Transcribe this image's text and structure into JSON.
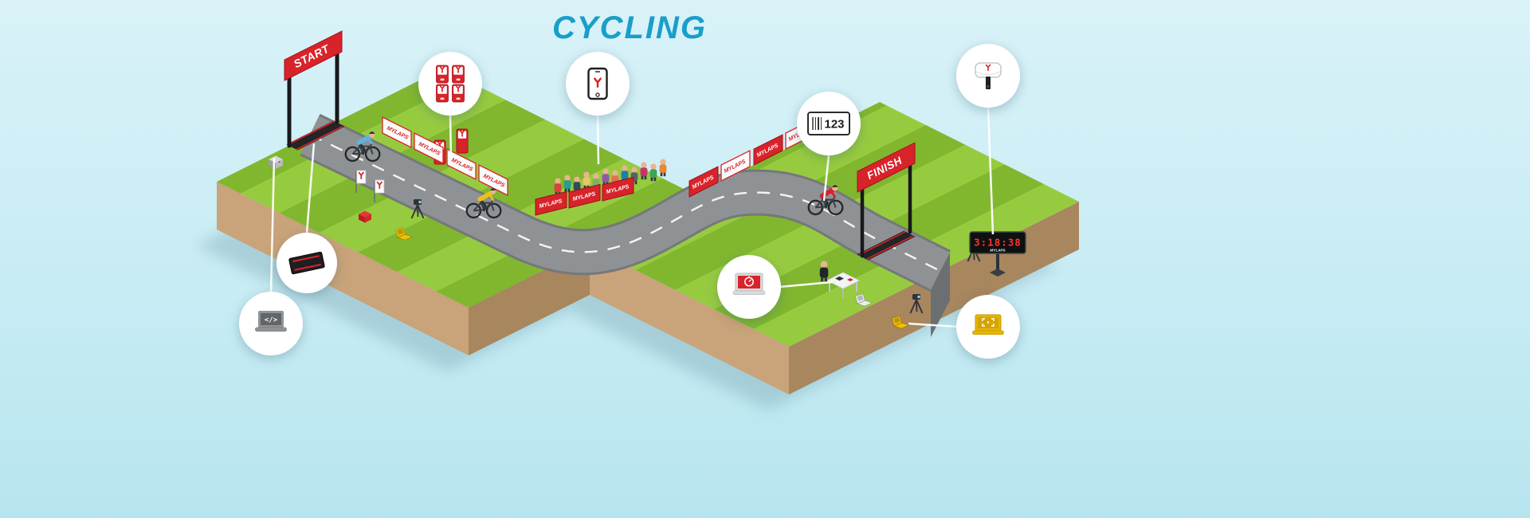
{
  "page": {
    "title": "CYCLING",
    "title_color": "#189fca",
    "background_top": "#d9f2f8",
    "background_bottom": "#b7e5ef"
  },
  "scene": {
    "start_banner_label": "START",
    "finish_banner_label": "FINISH",
    "brand": "MYLAPS",
    "clock_time": "3:18:38",
    "colors": {
      "banner_red": "#d8232a",
      "grass_light": "#97cb3f",
      "grass_dark": "#80b72f",
      "road_gray": "#8f9294",
      "dirt_light": "#c9a379",
      "dirt_dark": "#a8865e",
      "highlight_yellow": "#e9b400"
    }
  },
  "callouts": {
    "code_laptop": {
      "name": "software-code-laptop",
      "screen_label": "</>"
    },
    "detection_mat": {
      "name": "track-detection-mat"
    },
    "transponders": {
      "name": "transponder-set"
    },
    "mobile_app": {
      "name": "mylaps-mobile-app"
    },
    "bibtag": {
      "name": "bibtag-number",
      "label": "123"
    },
    "timing_laptop": {
      "name": "timing-software-laptop"
    },
    "results_laptop": {
      "name": "results-laptop"
    },
    "prochip": {
      "name": "prochip-transponder"
    }
  }
}
